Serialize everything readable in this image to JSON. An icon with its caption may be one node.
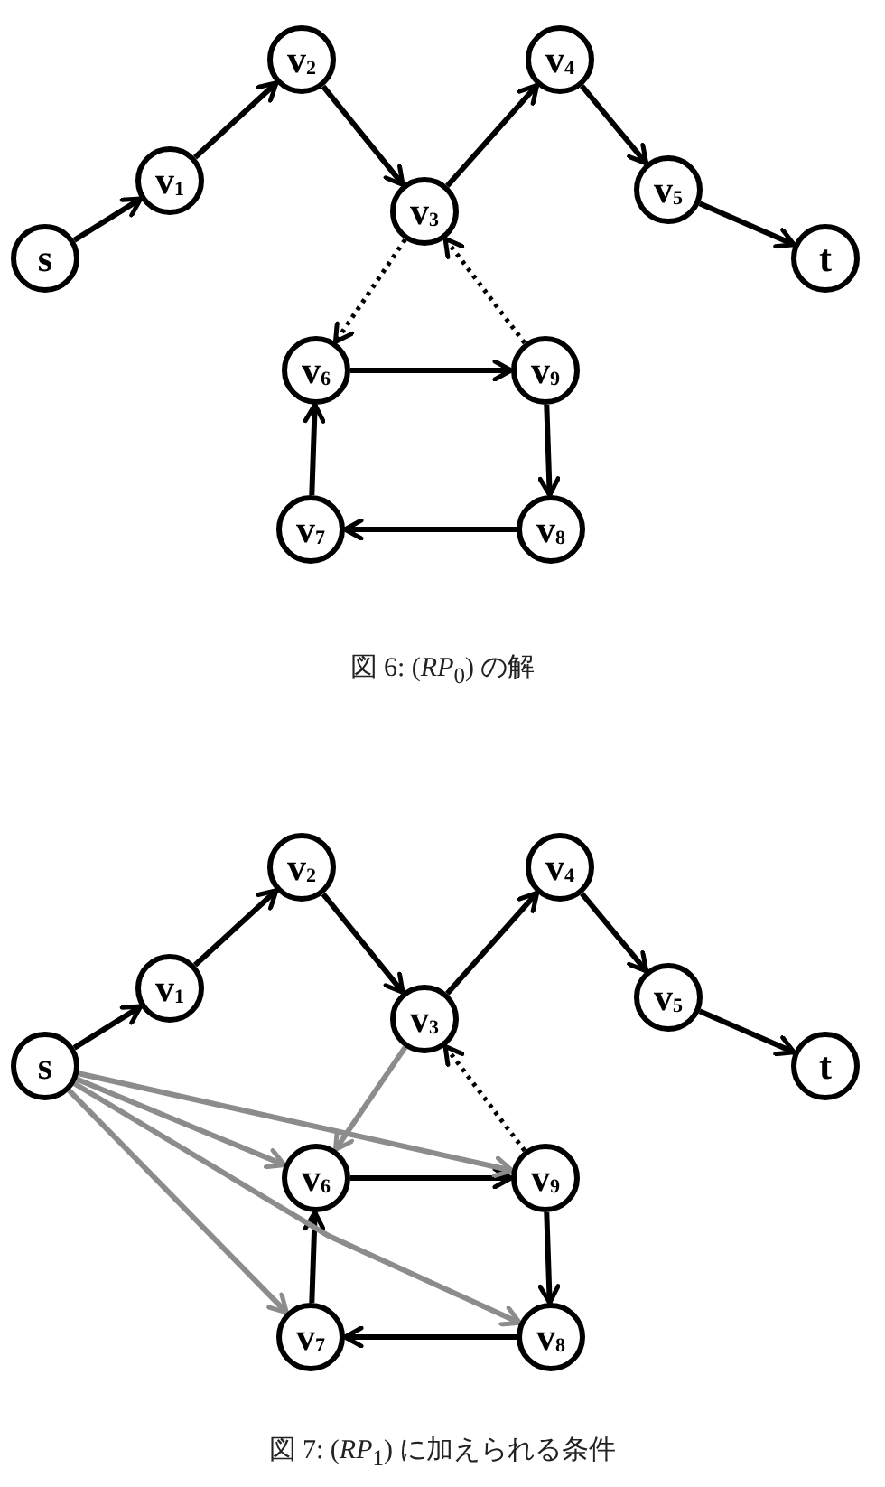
{
  "diagram": {
    "nodes": [
      {
        "text": [
          "s"
        ]
      },
      {
        "text": [
          "v$_{1}$"
        ]
      },
      {
        "text": [
          "v$_{2}$"
        ]
      },
      {
        "text": [
          "v$_{3}$"
        ]
      },
      {
        "text": [
          "v$_{4}$"
        ]
      },
      {
        "text": [
          "v$_{5}$"
        ]
      },
      {
        "text": [
          "t"
        ]
      },
      {
        "text": [
          "v$_{6}$"
        ]
      },
      {
        "text": [
          "v$_{7}$"
        ]
      },
      {
        "text": [
          "v$_{8}$"
        ]
      },
      {
        "text": [
          "v$_{9}$"
        ]
      },
      {
        "text": [
          "s"
        ]
      },
      {
        "text": [
          "v$_{1}$"
        ]
      },
      {
        "text": [
          "v$_{2}$"
        ]
      },
      {
        "text": [
          "v$_{3}$"
        ]
      },
      {
        "text": [
          "v$_{4}$"
        ]
      },
      {
        "text": [
          "v$_{5}$"
        ]
      },
      {
        "text": [
          "t"
        ]
      },
      {
        "text": [
          "v$_{6}$"
        ]
      },
      {
        "text": [
          "v$_{7}$"
        ]
      },
      {
        "text": [
          "v$_{8}$"
        ]
      },
      {
        "text": [
          "v$_{9}$"
        ]
      }
    ],
    "edges": [
      {
        "from": 0,
        "to": 1,
        "arrow": "to"
      },
      {
        "from": 1,
        "to": 2,
        "arrow": "to"
      },
      {
        "from": 2,
        "to": 3,
        "arrow": "to"
      },
      {
        "from": 3,
        "to": 4,
        "arrow": "to"
      },
      {
        "from": 4,
        "to": 5,
        "arrow": "to"
      },
      {
        "from": 5,
        "to": 6,
        "arrow": "to"
      },
      {
        "from": 3,
        "to": 7,
        "arrow": "to",
        "style": "dashed"
      },
      {
        "from": 10,
        "to": 3,
        "arrow": "to",
        "style": "dashed"
      },
      {
        "from": 7,
        "to": 10,
        "arrow": "to"
      },
      {
        "from": 10,
        "to": 9,
        "arrow": "to"
      },
      {
        "from": 9,
        "to": 8,
        "arrow": "to"
      },
      {
        "from": 8,
        "to": 7,
        "arrow": "to"
      },
      {
        "from": 11,
        "to": 12,
        "arrow": "to"
      },
      {
        "from": 12,
        "to": 13,
        "arrow": "to"
      },
      {
        "from": 13,
        "to": 14,
        "arrow": "to"
      },
      {
        "from": 14,
        "to": 15,
        "arrow": "to"
      },
      {
        "from": 15,
        "to": 16,
        "arrow": "to"
      },
      {
        "from": 16,
        "to": 17,
        "arrow": "to"
      },
      {
        "from": 14,
        "to": 18,
        "arrow": "to",
        "color": "#8c8c8c"
      },
      {
        "from": 21,
        "to": 14,
        "arrow": "to",
        "style": "dashed"
      },
      {
        "from": 18,
        "to": 21,
        "arrow": "to"
      },
      {
        "from": 21,
        "to": 20,
        "arrow": "to"
      },
      {
        "from": 20,
        "to": 19,
        "arrow": "to"
      },
      {
        "from": 19,
        "to": 18,
        "arrow": "to"
      },
      {
        "from": 11,
        "to": 21,
        "arrow": "to",
        "color": "#8c8c8c"
      },
      {
        "from": 11,
        "to": 18,
        "arrow": "to",
        "color": "#8c8c8c"
      },
      {
        "from": 11,
        "to": 20,
        "arrow": "to",
        "color": "#8c8c8c"
      },
      {
        "from": 11,
        "to": 19,
        "arrow": "to",
        "color": "#8c8c8c"
      }
    ],
    "labels": [
      "図 6: (*RP*$_{0}$) の解",
      "図 7: (*RP*$_{1}$) に加えられる条件"
    ]
  }
}
